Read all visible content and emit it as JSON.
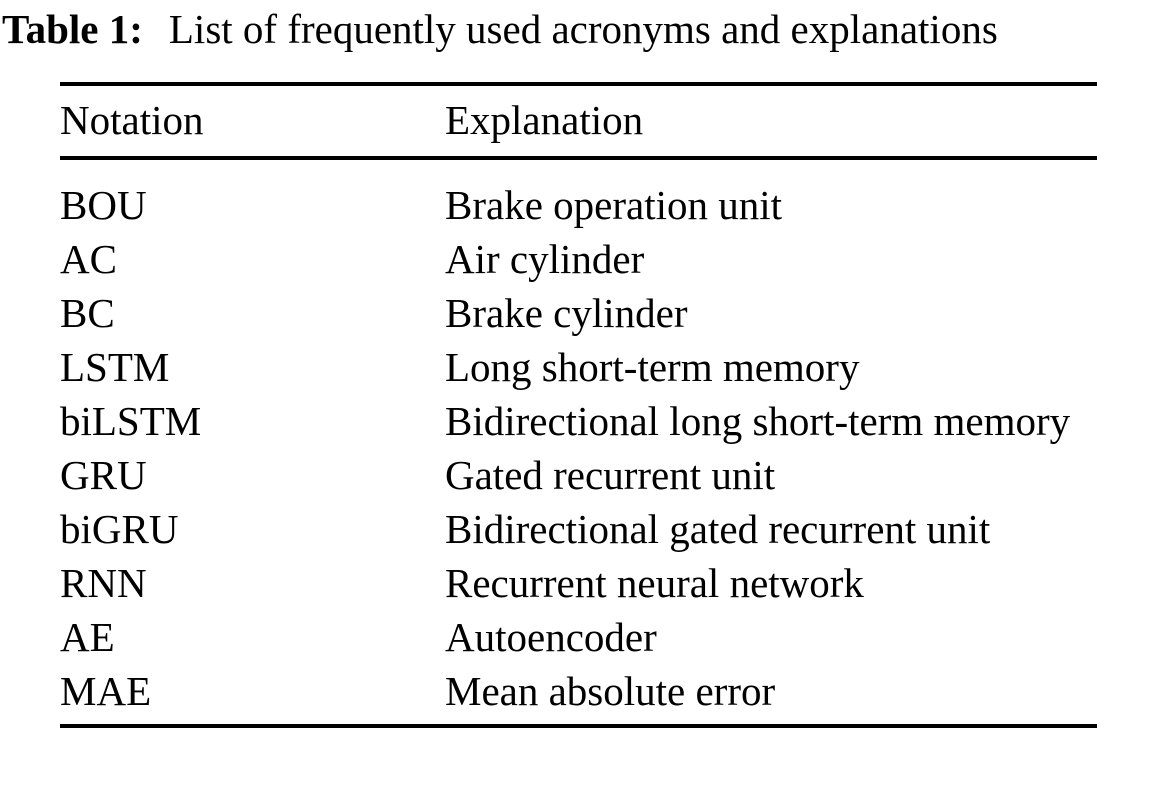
{
  "caption": {
    "label": "Table 1:",
    "text": "List of frequently used acronyms and explanations"
  },
  "table": {
    "columns": [
      "Notation",
      "Explanation"
    ],
    "rows": [
      {
        "notation": "BOU",
        "explanation": "Brake operation unit"
      },
      {
        "notation": "AC",
        "explanation": "Air cylinder"
      },
      {
        "notation": "BC",
        "explanation": "Brake cylinder"
      },
      {
        "notation": "LSTM",
        "explanation": "Long short-term memory"
      },
      {
        "notation": "biLSTM",
        "explanation": "Bidirectional long short-term memory"
      },
      {
        "notation": "GRU",
        "explanation": "Gated recurrent unit"
      },
      {
        "notation": "biGRU",
        "explanation": "Bidirectional gated recurrent unit"
      },
      {
        "notation": "RNN",
        "explanation": "Recurrent neural network"
      },
      {
        "notation": "AE",
        "explanation": "Autoencoder"
      },
      {
        "notation": "MAE",
        "explanation": "Mean absolute error"
      }
    ]
  },
  "colors": {
    "background": "#ffffff",
    "text": "#000000",
    "rule": "#000000"
  }
}
